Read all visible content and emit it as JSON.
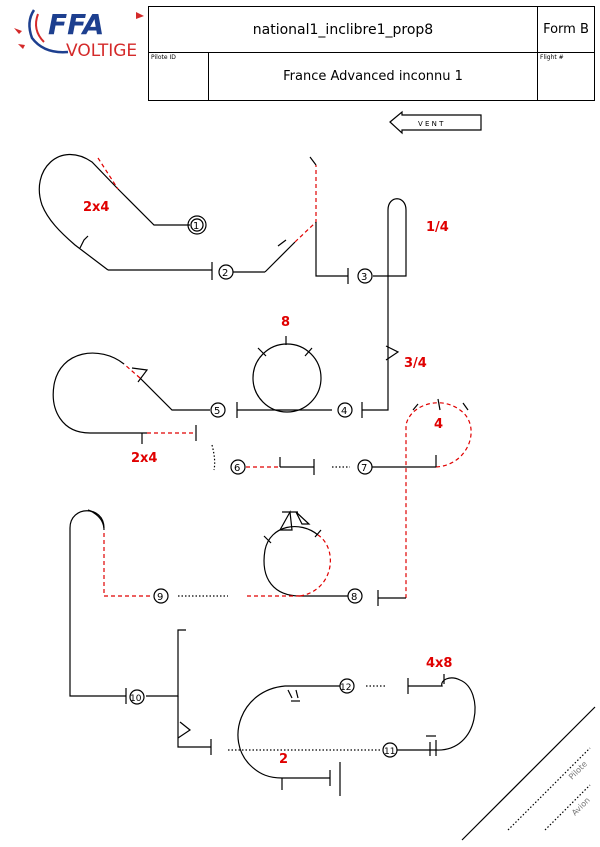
{
  "header": {
    "sequence_name": "national1_inclibre1_prop8",
    "form": "Form B",
    "pilot_id_label": "Pilote ID",
    "category": "France Advanced inconnu 1",
    "flight_label": "Flight #"
  },
  "logo": {
    "letters": "FFA",
    "sub": "VOLTIGE",
    "colors": {
      "blue": "#1d3f8f",
      "red": "#d42a2a"
    }
  },
  "wind": {
    "label": "V E N T"
  },
  "figures": [
    {
      "number": "1",
      "roll_annotation": "2x4"
    },
    {
      "number": "2",
      "roll_annotation": ""
    },
    {
      "number": "3",
      "roll_annotation": "1/4"
    },
    {
      "number": "4",
      "roll_annotation": "8"
    },
    {
      "number": "5",
      "roll_annotation": "2x4"
    },
    {
      "number": "6",
      "roll_annotation": "3/4"
    },
    {
      "number": "7",
      "roll_annotation": "4"
    },
    {
      "number": "8",
      "roll_annotation": ""
    },
    {
      "number": "9",
      "roll_annotation": ""
    },
    {
      "number": "10",
      "roll_annotation": ""
    },
    {
      "number": "11",
      "roll_annotation": "4x8"
    },
    {
      "number": "12",
      "roll_annotation": "2"
    }
  ],
  "signature": {
    "pilot_label": "Pilote",
    "aircraft_label": "Avion"
  },
  "colors": {
    "line": "#000000",
    "accent": "#e00000"
  }
}
